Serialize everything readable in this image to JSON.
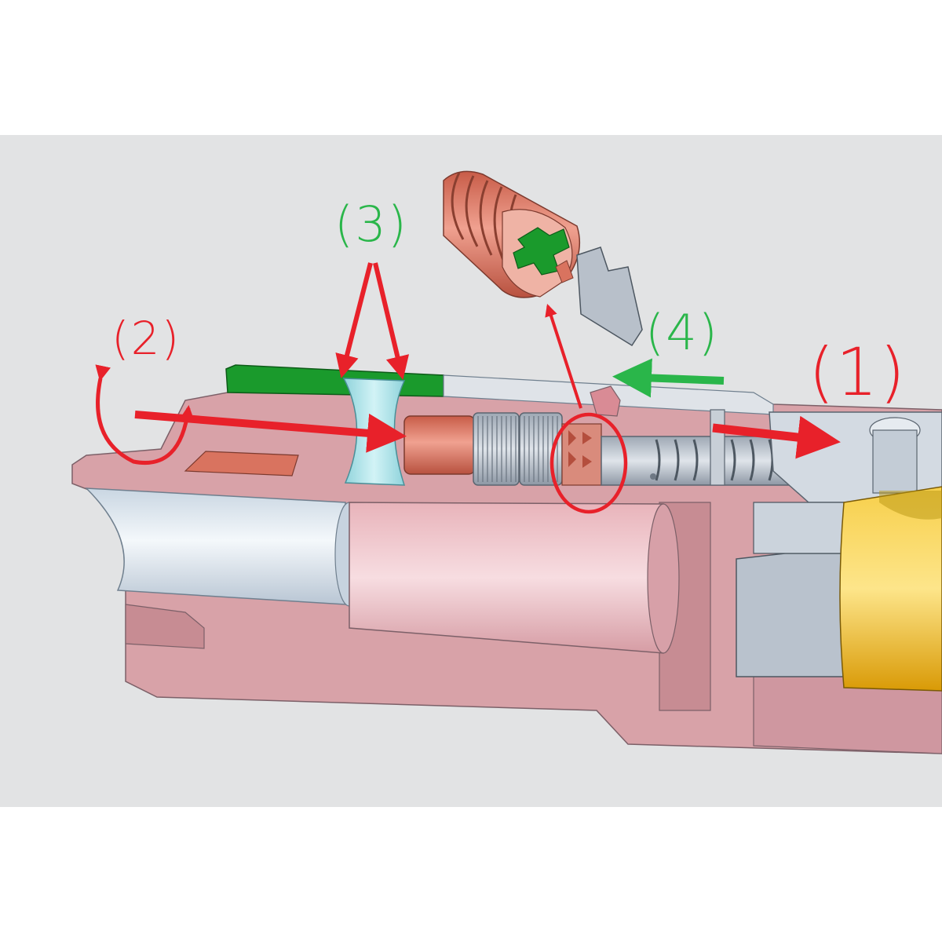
{
  "callouts": {
    "one": {
      "text": "(1)",
      "color": "#e8212a"
    },
    "two": {
      "text": "(2)",
      "color": "#e8212a"
    },
    "three": {
      "text": "(3)",
      "color": "#2ab64a"
    },
    "four": {
      "text": "(4)",
      "color": "#2ab64a"
    }
  },
  "colors": {
    "background": "#e2e3e4",
    "housing": "#d8a2a8",
    "housing_dark": "#c78c93",
    "bore": "#dce6ef",
    "top_strip": "#1a9a2c",
    "bucking_rubber": "#a7e0e6",
    "copper": "#d9735f",
    "steel": "#b7bfc9",
    "brass": "#f2b515",
    "arrow_red": "#e8212a",
    "arrow_green": "#2ab64a"
  }
}
